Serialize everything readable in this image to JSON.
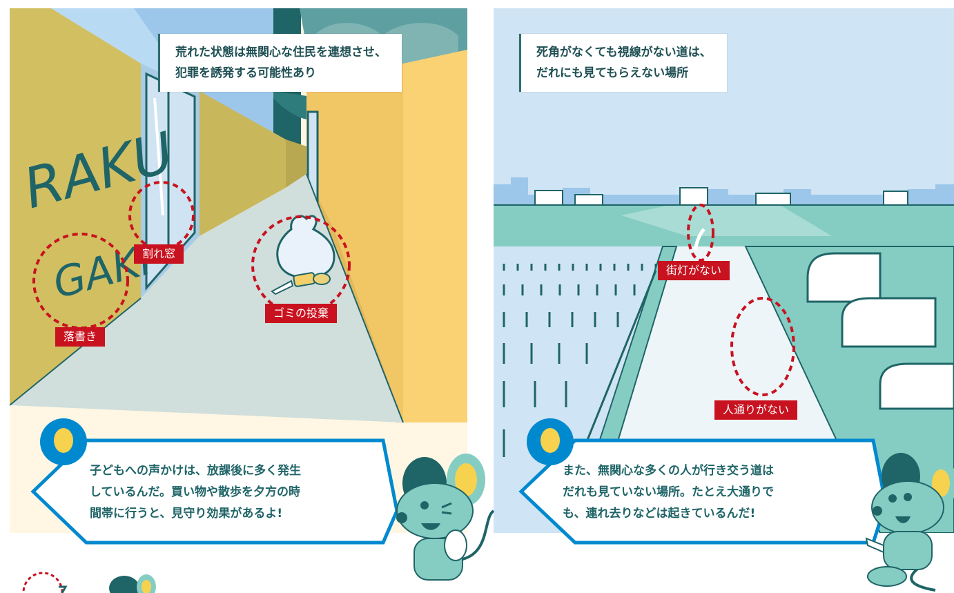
{
  "left_panel": {
    "caption": [
      "荒れた状態は無関心な住民を連想させ、",
      "犯罪を誘発する可能性あり"
    ],
    "graffiti": [
      "RAKU",
      "GAKI"
    ],
    "labels": {
      "graffiti": "落書き",
      "broken_window": "割れ窓",
      "litter": "ゴミの投棄"
    },
    "bubble": [
      "子どもへの声かけは、放課後に多く発生",
      "しているんだ。買い物や散歩を夕方の時",
      "間帯に行うと、見守り効果があるよ!"
    ]
  },
  "right_panel": {
    "caption": [
      "死角がなくても視線がない道は、",
      "だれにも見てもらえない場所"
    ],
    "labels": {
      "no_streetlight": "街灯がない",
      "no_people": "人通りがない"
    },
    "bubble": [
      "また、無関心な多くの人が行き交う道は",
      "だれも見ていない場所。たとえ大通りで",
      "も、連れ去りなどは起きているんだ!"
    ]
  },
  "colors": {
    "wall_yellow": "#d1bf62",
    "building_orange": "#fbd273",
    "road_gray": "#d0dedc",
    "road_cream": "#fff7e3",
    "sky_blue": "#cfe4f4",
    "teal": "#85cdc3",
    "dark_teal": "#1f6467",
    "accent_red": "#c8121f",
    "bubble_blue": "#0089cf"
  }
}
